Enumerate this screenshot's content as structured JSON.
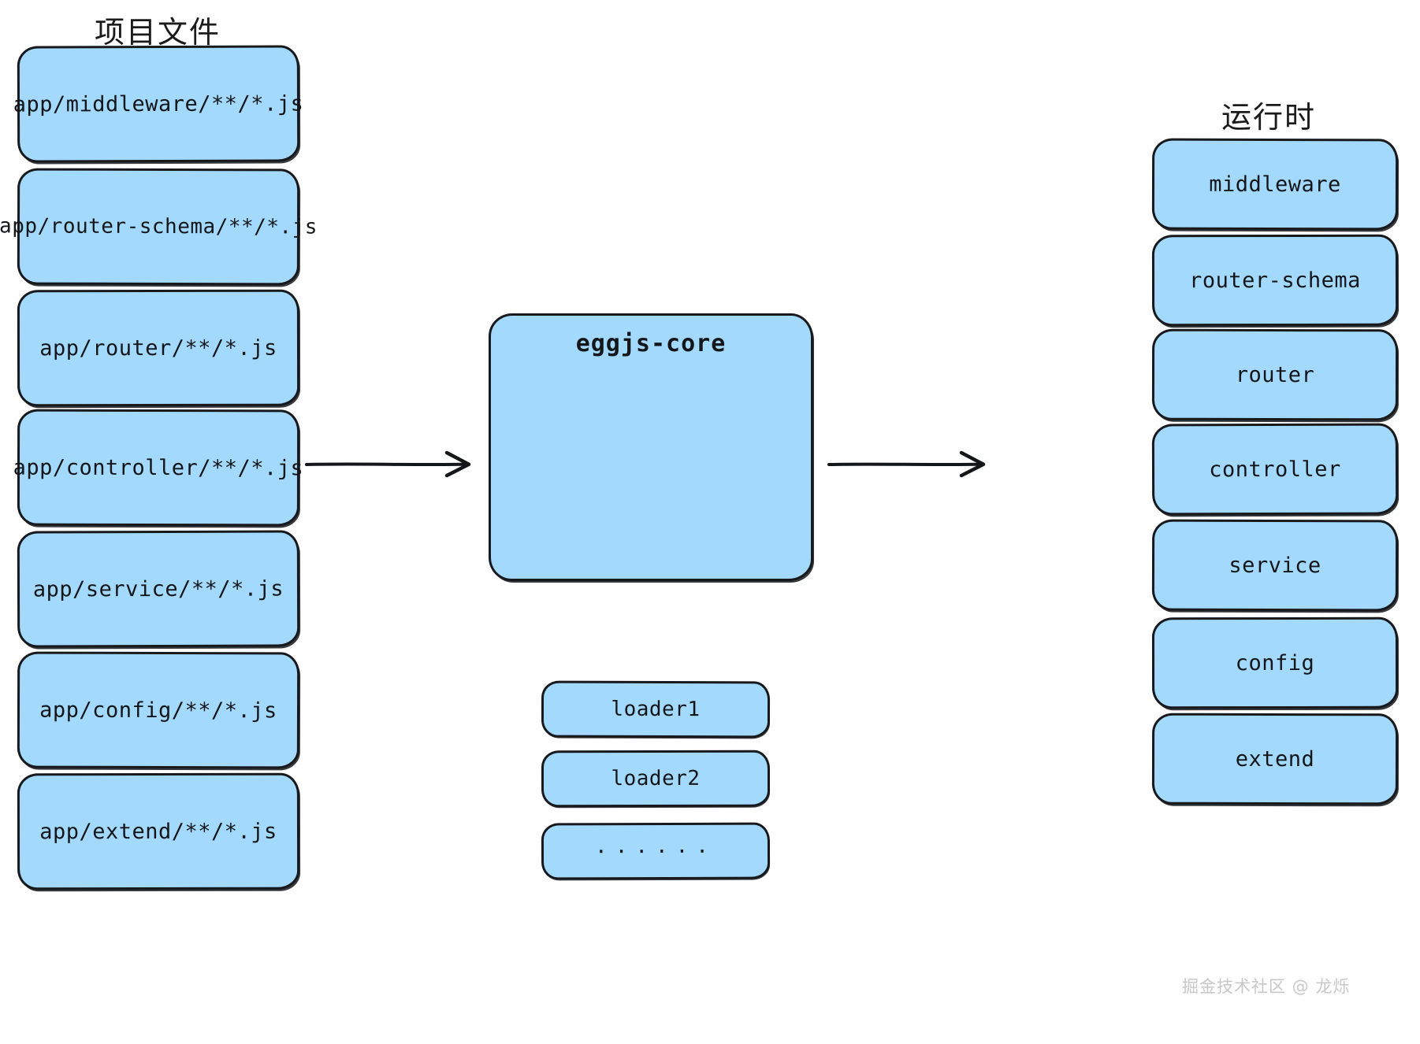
{
  "diagram": {
    "title_left": "项目文件",
    "title_right": "运行时",
    "watermark": "掘金技术社区 @ 龙烁",
    "colors": {
      "box_fill": "#a2d9fd",
      "box_stroke": "#17191c",
      "text": "#14161a",
      "background": "#ffffff",
      "watermark": "#c9c9c9"
    }
  },
  "left_column": {
    "heading": "项目文件",
    "items": [
      {
        "label": "app/middleware/**/*.js"
      },
      {
        "label": "app/router-schema/**/*.js"
      },
      {
        "label": "app/router/**/*.js"
      },
      {
        "label": "app/controller/**/*.js"
      },
      {
        "label": "app/service/**/*.js"
      },
      {
        "label": "app/config/**/*.js"
      },
      {
        "label": "app/extend/**/*.js"
      }
    ]
  },
  "center": {
    "title": "eggjs-core",
    "loaders": [
      {
        "label": "loader1"
      },
      {
        "label": "loader2"
      },
      {
        "label": "......"
      }
    ]
  },
  "right_column": {
    "heading": "运行时",
    "items": [
      {
        "label": "middleware"
      },
      {
        "label": "router-schema"
      },
      {
        "label": "router"
      },
      {
        "label": "controller"
      },
      {
        "label": "service"
      },
      {
        "label": "config"
      },
      {
        "label": "extend"
      }
    ]
  },
  "arrows": [
    {
      "name": "files-to-core",
      "from": "project-files",
      "to": "eggjs-core"
    },
    {
      "name": "core-to-runtime",
      "from": "eggjs-core",
      "to": "runtime"
    }
  ]
}
